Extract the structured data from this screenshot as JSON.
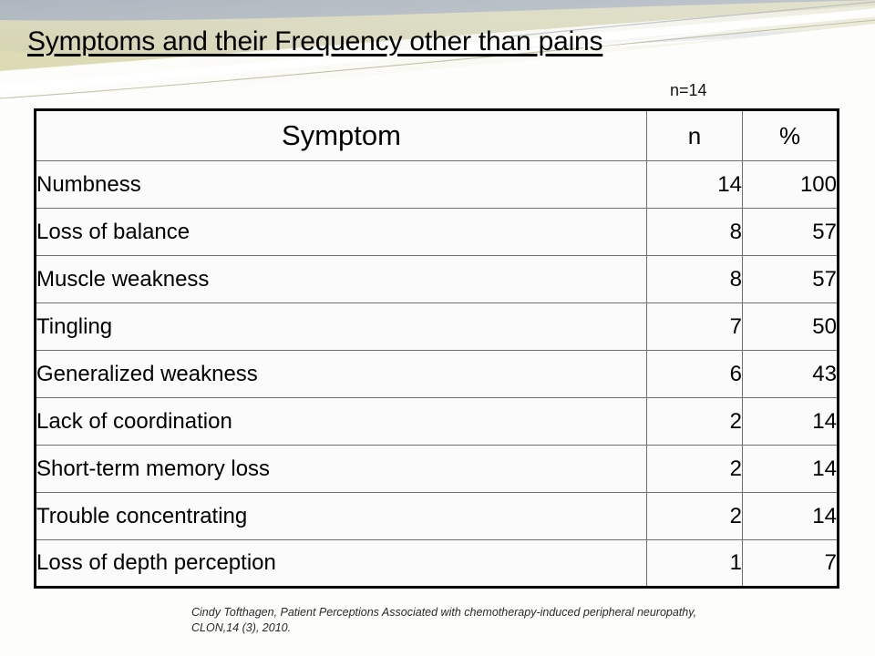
{
  "slide": {
    "title": "Symptoms and their Frequency other than pains",
    "sample_note": "n=14",
    "citation_line1": "Cindy Tofthagen, Patient Perceptions  Associated with  chemotherapy-induced peripheral neuropathy,",
    "citation_line2": "CLON,14 (3),  2010.",
    "background_color": "#fdfdfc"
  },
  "decoration": {
    "name": "header-swoosh-ribbon",
    "colors": {
      "khaki": "#d9d7b0",
      "olive": "#c8c89a",
      "slate_blue": "#a9b2bc",
      "pale_gray": "#c9cdd2",
      "white": "#ffffff"
    }
  },
  "chart_data": {
    "type": "table",
    "title": "Symptoms and their Frequency other than pains",
    "annotations": [
      "n=14"
    ],
    "columns": [
      "Symptom",
      "n",
      "%"
    ],
    "rows": [
      {
        "symptom": "Numbness",
        "n": "14",
        "pct": "100"
      },
      {
        "symptom": "Loss of balance",
        "n": "8",
        "pct": "57"
      },
      {
        "symptom": "Muscle weakness",
        "n": "8",
        "pct": "57"
      },
      {
        "symptom": "Tingling",
        "n": "7",
        "pct": "50"
      },
      {
        "symptom": "Generalized weakness",
        "n": "6",
        "pct": "43"
      },
      {
        "symptom": "Lack of coordination",
        "n": "2",
        "pct": "14"
      },
      {
        "symptom": "Short-term memory loss",
        "n": "2",
        "pct": "14"
      },
      {
        "symptom": "Trouble concentrating",
        "n": "2",
        "pct": "14"
      },
      {
        "symptom": "Loss of depth perception",
        "n": "1",
        "pct": "7"
      }
    ]
  }
}
